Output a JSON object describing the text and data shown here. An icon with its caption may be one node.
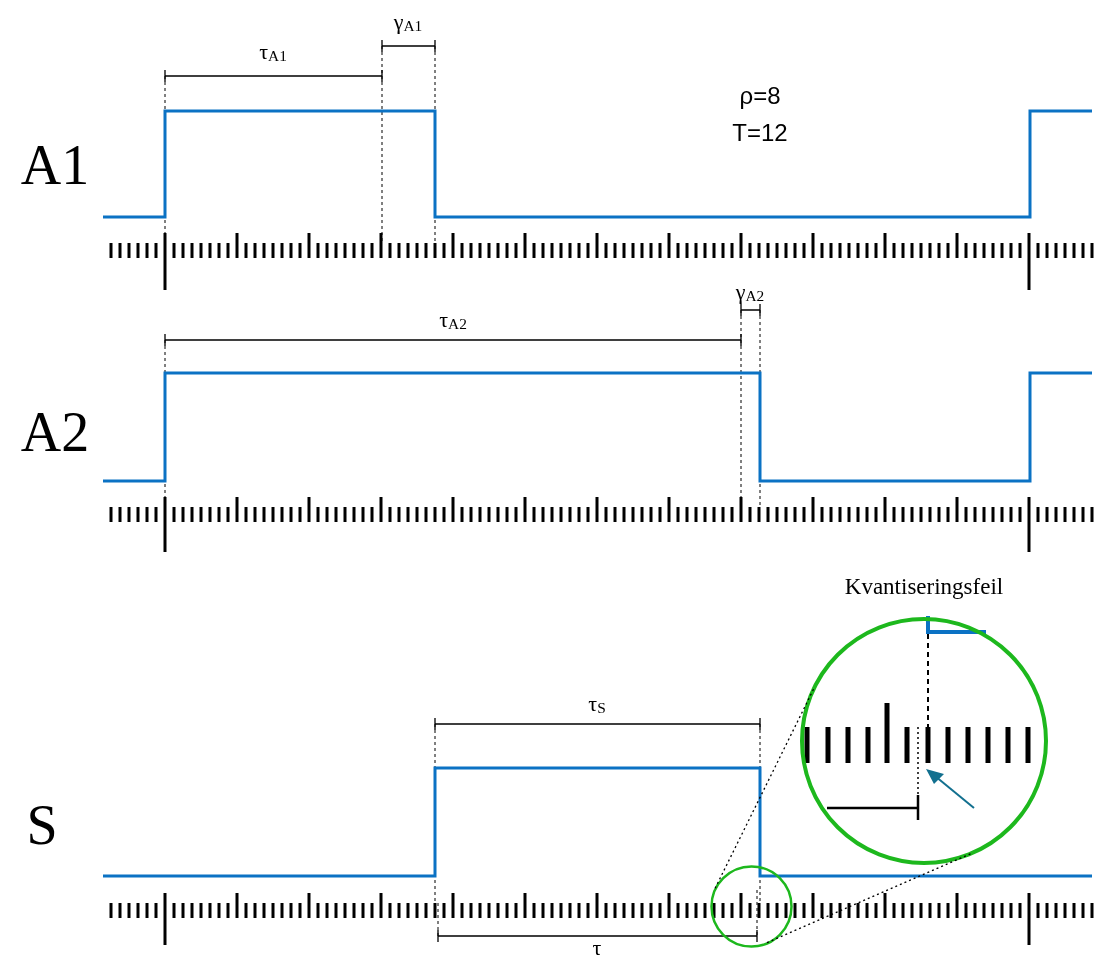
{
  "diagram": {
    "nodes": [
      {
        "text": [
          "Kvantiseringsfeil"
        ]
      },
      {
        "text": [],
        "shape": "circle"
      }
    ],
    "edges": [
      {
        "from": 1,
        "to": 0,
        "arrow": "none",
        "style": "dashed"
      },
      {
        "from": 1,
        "to": 0,
        "arrow": "none",
        "style": "dashed"
      }
    ],
    "labels": [
      "γ$_{A1}$",
      "τ$_{A1}$",
      "ρ=8",
      "T=12",
      "A1",
      "γ$_{A2}$",
      "τ$_{A2}$",
      "A2",
      "τ$_{S}$",
      "S",
      "τ"
    ]
  }
}
